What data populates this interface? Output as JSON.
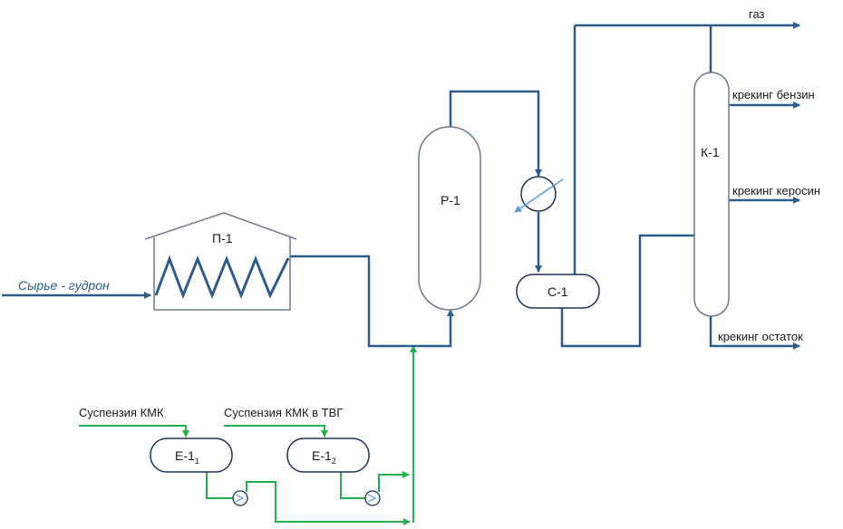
{
  "labels": {
    "feed": "Сырье - гудрон",
    "furnace": "П-1",
    "reactor": "Р-1",
    "separator": "С-1",
    "column": "К-1",
    "gas": "газ",
    "gasoline": "крекинг бензин",
    "kerosene": "крекинг керосин",
    "residue": "крекинг остаток",
    "suspension1": "Суспензия КМК",
    "suspension2": "Суспензия КМК в ТВГ",
    "tank1": "Е-1",
    "tank1_sub": "1",
    "tank2": "Е-1",
    "tank2_sub": "2"
  },
  "colors": {
    "process_line": "#2e5b8a",
    "catalyst_line": "#22b14c",
    "equipment_outline": "#6d7a8a",
    "cooler_arrow": "#5b9bd5"
  }
}
